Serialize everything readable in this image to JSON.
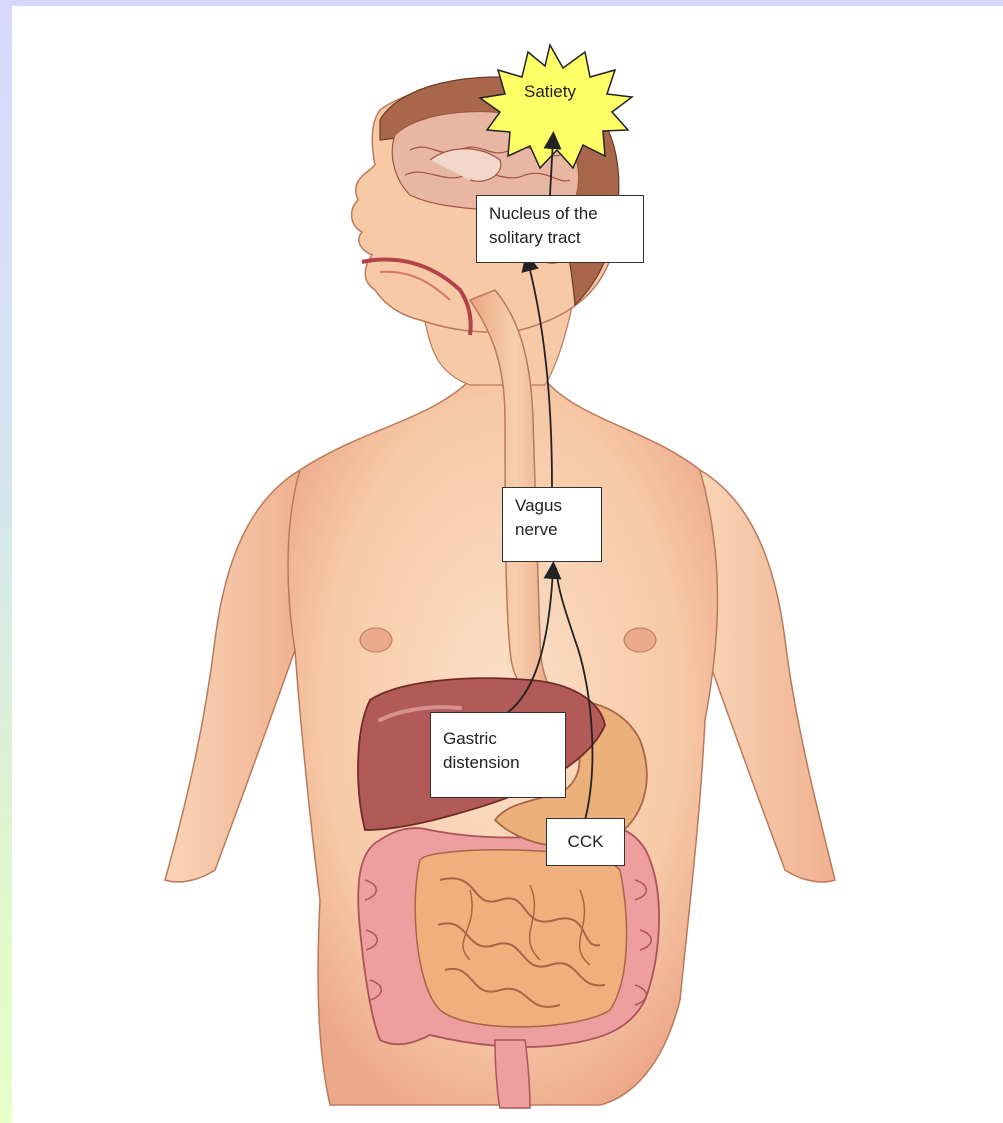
{
  "labels": {
    "satiety": "Satiety",
    "nucleus_line1": "Nucleus of the",
    "nucleus_line2": "solitary tract",
    "vagus_line1": "Vagus",
    "vagus_line2": "nerve",
    "gastric_line1": "Gastric",
    "gastric_line2": "distension",
    "cck": "CCK"
  },
  "colors": {
    "skin": "#f7c9a6",
    "skin_shade": "#e9a47f",
    "hair": "#a8674a",
    "brain": "#e7b7a3",
    "liver": "#b25a57",
    "stomach": "#ecb07a",
    "intestine": "#f0b07e",
    "colon": "#ef9ea0",
    "starburst": "#ffff66",
    "arrow": "#222222"
  }
}
